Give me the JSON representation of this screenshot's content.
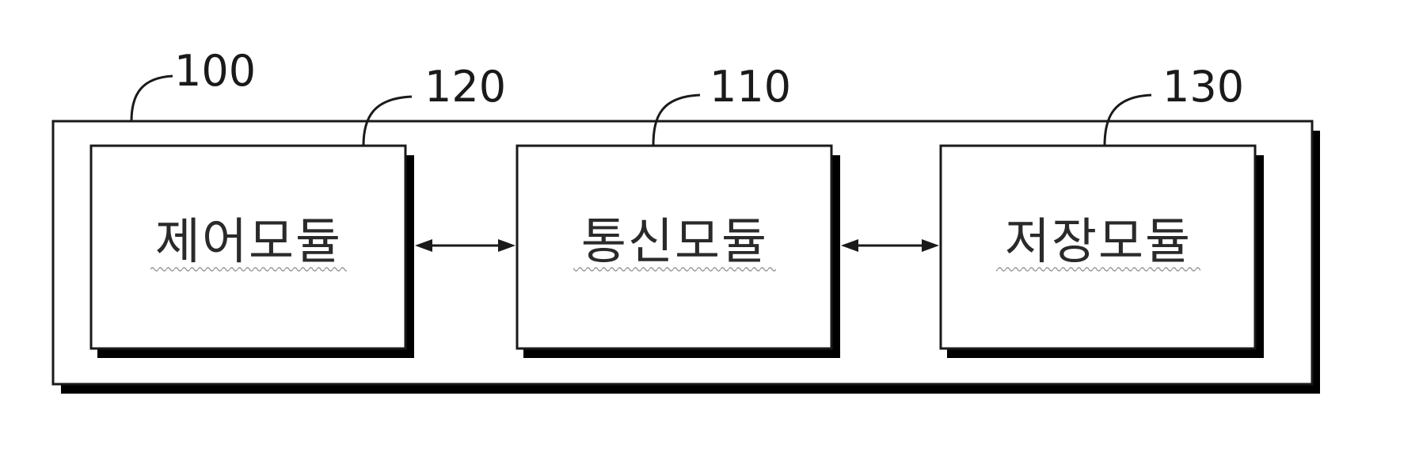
{
  "system": {
    "ref": "100"
  },
  "modules": [
    {
      "ref": "120",
      "label": "제어모듈"
    },
    {
      "ref": "110",
      "label": "통신모듈"
    },
    {
      "ref": "130",
      "label": "저장모듈"
    }
  ],
  "connections": [
    {
      "from": "120",
      "to": "110",
      "direction": "bidirectional"
    },
    {
      "from": "110",
      "to": "130",
      "direction": "bidirectional"
    }
  ],
  "colors": {
    "line": "#1a1a1a",
    "shadow": "#000000",
    "fill": "#ffffff"
  }
}
